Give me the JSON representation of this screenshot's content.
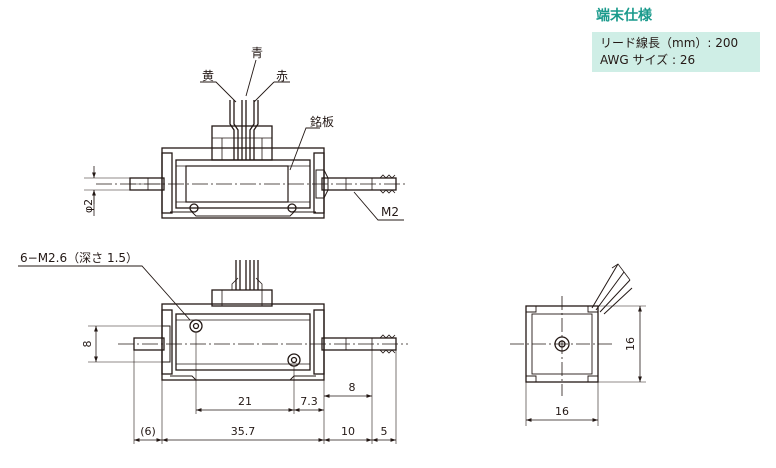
{
  "terminal_spec": {
    "title": "端末仕様",
    "lines": [
      "リード線長（mm）: 200",
      "AWG サイズ : 26"
    ]
  },
  "top_view": {
    "wire_labels": {
      "blue": "青",
      "yellow": "黄",
      "red": "赤"
    },
    "nameplate_label": "銘板",
    "shaft_diameter_label": "φ2",
    "thread_label": "M2"
  },
  "front_view": {
    "tap_note": "6−M2.6（深さ 1.5）",
    "height_label": "8",
    "dims": {
      "d21": "21",
      "d7_3": "7.3",
      "d8": "8",
      "d6": "(6)",
      "d35_7": "35.7",
      "d10": "10",
      "d5": "5"
    }
  },
  "side_view": {
    "height": "16",
    "width": "16"
  },
  "colors": {
    "accent": "#1a9a8c",
    "spec_bg": "#cfeee6",
    "line": "#231815"
  }
}
